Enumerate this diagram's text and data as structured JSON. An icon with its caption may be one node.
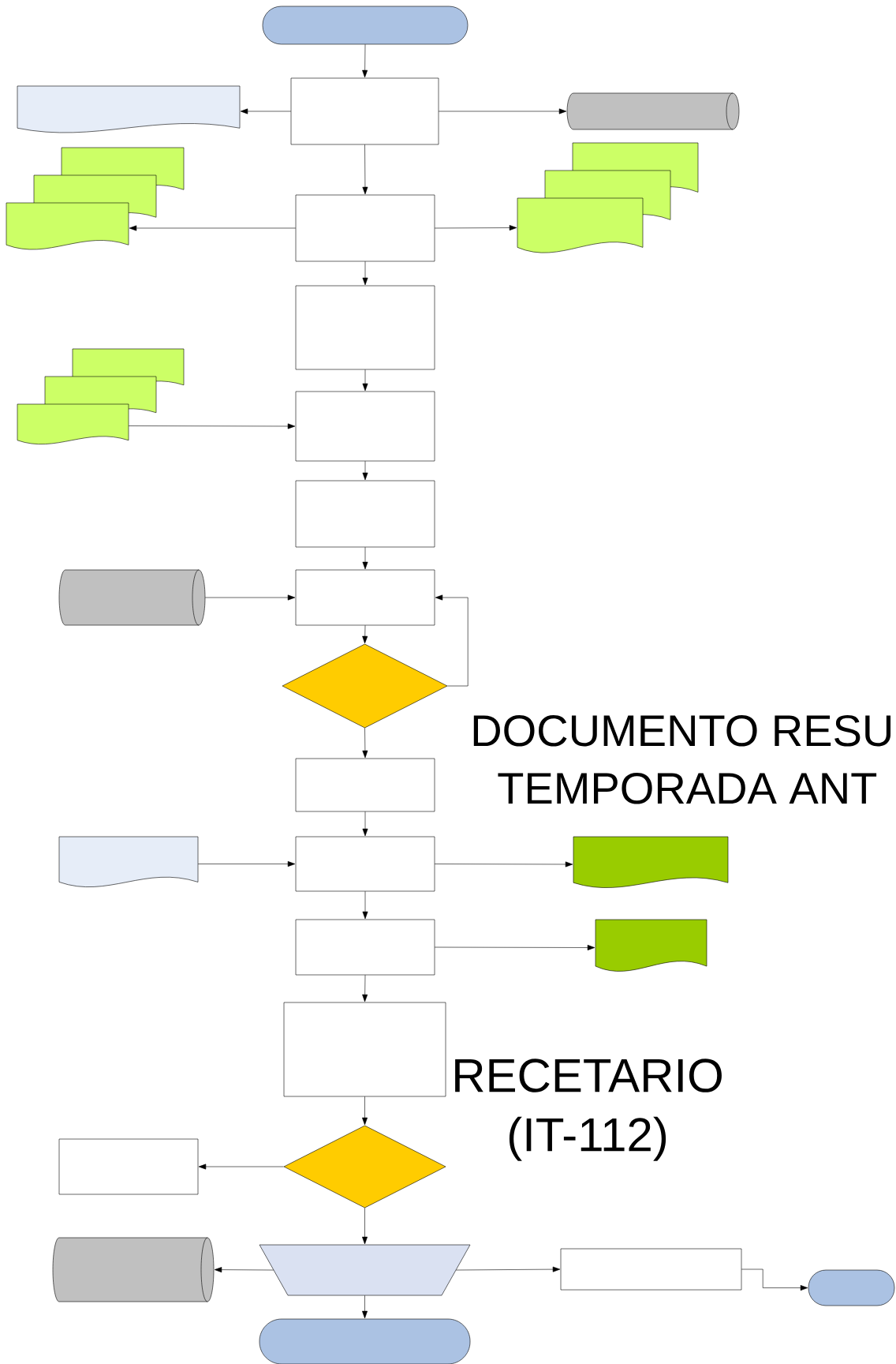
{
  "diagram": {
    "nodes": [
      {
        "text": [],
        "shape": "terminal"
      },
      {
        "text": [],
        "shape": "box"
      },
      {
        "text": [],
        "shape": "document"
      },
      {
        "text": [],
        "shape": "cylinder"
      },
      {
        "text": [],
        "shape": "box"
      },
      {
        "text": [],
        "shape": "documents"
      },
      {
        "text": [],
        "shape": "documents"
      },
      {
        "text": [],
        "shape": "box"
      },
      {
        "text": [],
        "shape": "documents"
      },
      {
        "text": [],
        "shape": "box"
      },
      {
        "text": [],
        "shape": "box"
      },
      {
        "text": [],
        "shape": "cylinder"
      },
      {
        "text": [],
        "shape": "box"
      },
      {
        "text": [],
        "shape": "diamond"
      },
      {
        "text": [],
        "shape": "box"
      },
      {
        "text": [],
        "shape": "document"
      },
      {
        "text": [],
        "shape": "box"
      },
      {
        "text": [],
        "shape": "document"
      },
      {
        "text": [],
        "shape": "box"
      },
      {
        "text": [],
        "shape": "document"
      },
      {
        "text": [],
        "shape": "box"
      },
      {
        "text": [],
        "shape": "diamond"
      },
      {
        "text": [],
        "shape": "box"
      },
      {
        "text": [],
        "shape": "trapezoid"
      },
      {
        "text": [],
        "shape": "cylinder"
      },
      {
        "text": [],
        "shape": "box"
      },
      {
        "text": [],
        "shape": "terminal"
      },
      {
        "text": [],
        "shape": "terminal"
      }
    ],
    "edges": [
      {
        "from": 0,
        "to": 1,
        "arrow": "to"
      },
      {
        "from": 1,
        "to": 2,
        "arrow": "to"
      },
      {
        "from": 1,
        "to": 3,
        "arrow": "to"
      },
      {
        "from": 1,
        "to": 4,
        "arrow": "to"
      },
      {
        "from": 4,
        "to": 5,
        "arrow": "to"
      },
      {
        "from": 4,
        "to": 6,
        "arrow": "to"
      },
      {
        "from": 4,
        "to": 7,
        "arrow": "to"
      },
      {
        "from": 7,
        "to": 9,
        "arrow": "to"
      },
      {
        "from": 8,
        "to": 9,
        "arrow": "to"
      },
      {
        "from": 9,
        "to": 10,
        "arrow": "to"
      },
      {
        "from": 10,
        "to": 12,
        "arrow": "to"
      },
      {
        "from": 11,
        "to": 12,
        "arrow": "to"
      },
      {
        "from": 12,
        "to": 13,
        "arrow": "to"
      },
      {
        "from": 13,
        "to": 12,
        "arrow": "to"
      },
      {
        "from": 13,
        "to": 14,
        "arrow": "to"
      },
      {
        "from": 14,
        "to": 16,
        "arrow": "to"
      },
      {
        "from": 15,
        "to": 16,
        "arrow": "to"
      },
      {
        "from": 16,
        "to": 17,
        "arrow": "to"
      },
      {
        "from": 16,
        "to": 18,
        "arrow": "to"
      },
      {
        "from": 18,
        "to": 19,
        "arrow": "to"
      },
      {
        "from": 18,
        "to": 20,
        "arrow": "to"
      },
      {
        "from": 20,
        "to": 21,
        "arrow": "to"
      },
      {
        "from": 21,
        "to": 22,
        "arrow": "to"
      },
      {
        "from": 21,
        "to": 23,
        "arrow": "to"
      },
      {
        "from": 23,
        "to": 24,
        "arrow": "to"
      },
      {
        "from": 23,
        "to": 25,
        "arrow": "to"
      },
      {
        "from": 23,
        "to": 27,
        "arrow": "to"
      },
      {
        "from": 25,
        "to": 26,
        "arrow": "to"
      }
    ],
    "labels": [
      "DOCUMENTO RESU",
      "TEMPORADA ANT",
      "RECETARIO (IT-112)"
    ]
  }
}
